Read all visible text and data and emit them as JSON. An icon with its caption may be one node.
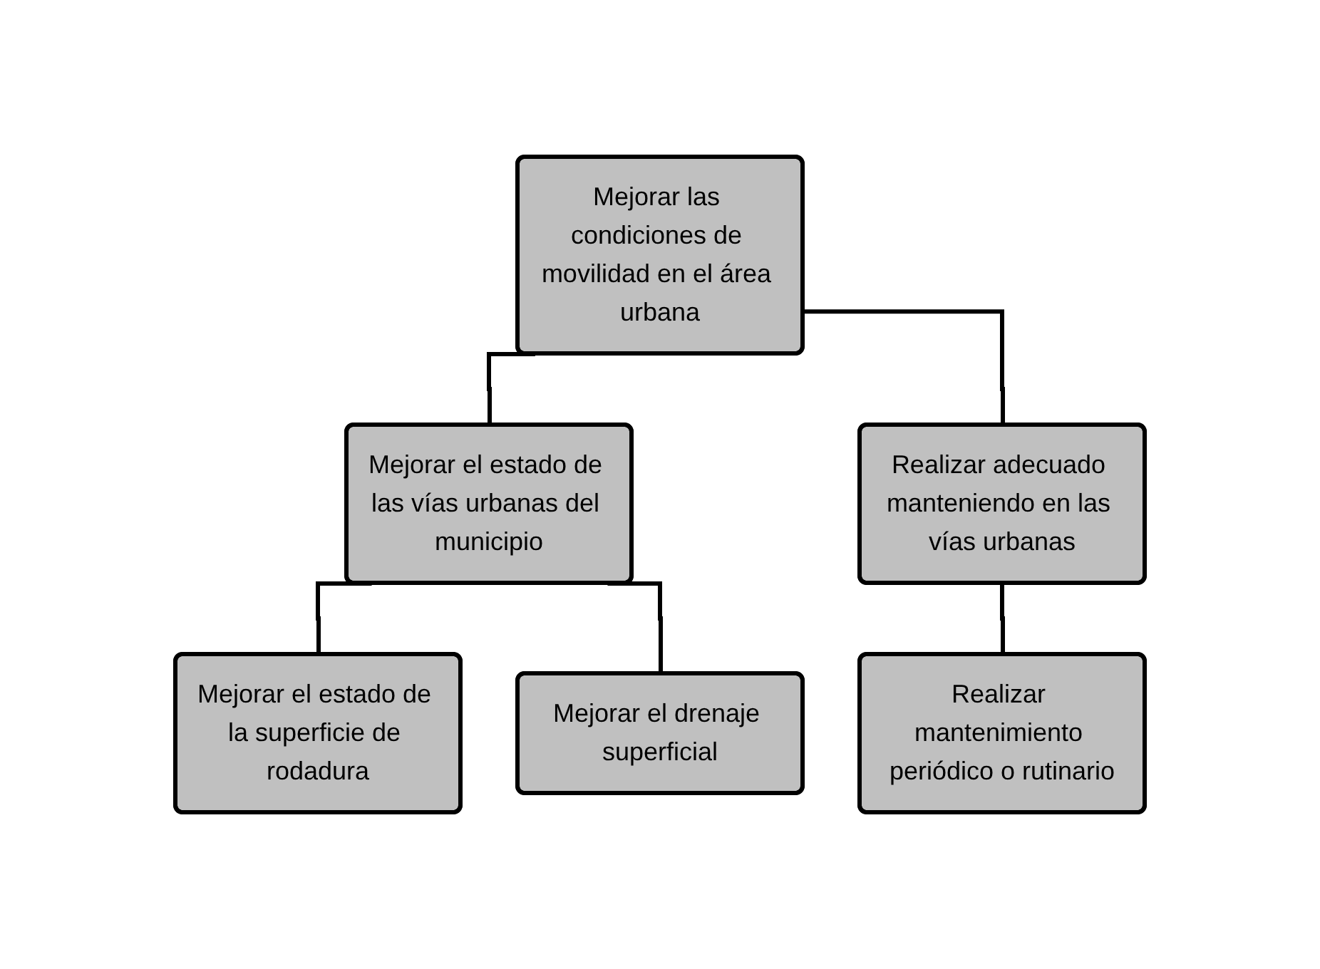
{
  "diagram": {
    "nodes": [
      {
        "text": [
          "Mejorar las condiciones de movilidad en el área urbana"
        ]
      },
      {
        "text": [
          "Mejorar el estado de las vías urbanas del municipio"
        ]
      },
      {
        "text": [
          "Realizar adecuado manteniendo en las vías urbanas"
        ]
      },
      {
        "text": [
          "Mejorar el estado de la superficie de rodadura"
        ]
      },
      {
        "text": [
          "Mejorar el drenaje superficial"
        ]
      },
      {
        "text": [
          "Realizar mantenimiento periódico o rutinario"
        ]
      }
    ],
    "edges": [
      {
        "from": 0,
        "to": 1,
        "arrow": "none"
      },
      {
        "from": 0,
        "to": 2,
        "arrow": "none"
      },
      {
        "from": 1,
        "to": 3,
        "arrow": "none"
      },
      {
        "from": 1,
        "to": 4,
        "arrow": "none"
      },
      {
        "from": 2,
        "to": 5,
        "arrow": "none"
      }
    ]
  }
}
